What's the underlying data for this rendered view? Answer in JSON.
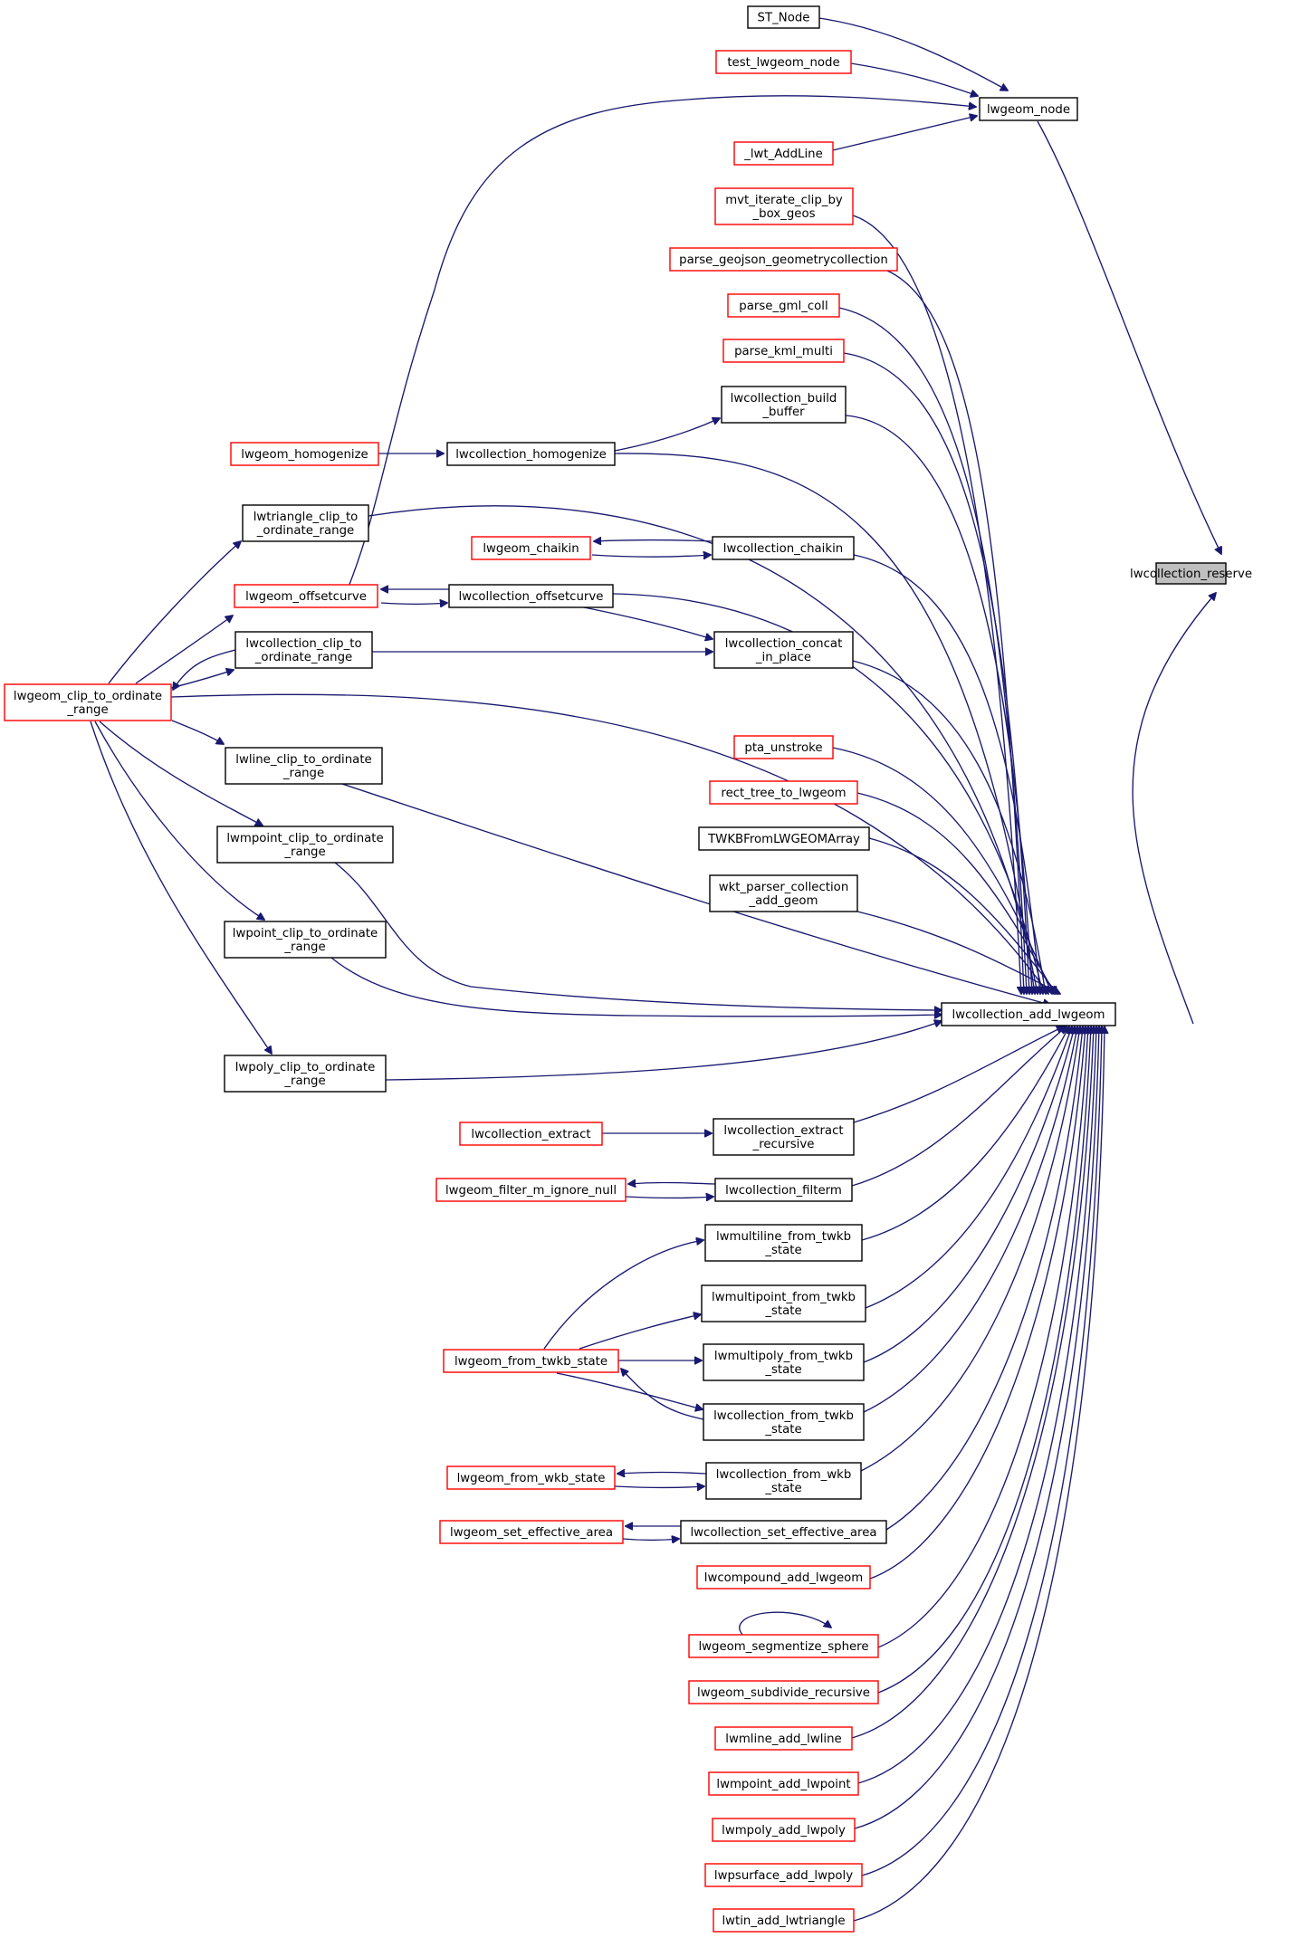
{
  "colors": {
    "edge": "#191970",
    "node_border_black": "#000000",
    "node_border_red": "#ff0000",
    "focus_fill": "#bfbfbf",
    "background": "#ffffff"
  },
  "nodes": [
    {
      "id": "lwcollection_reserve",
      "lines": [
        "lwcollection_reserve"
      ],
      "style": "focus"
    },
    {
      "id": "lwgeom_node",
      "lines": [
        "lwgeom_node"
      ],
      "style": "black"
    },
    {
      "id": "lwcollection_add_lwgeom",
      "lines": [
        "lwcollection_add_lwgeom"
      ],
      "style": "black"
    },
    {
      "id": "ST_Node",
      "lines": [
        "ST_Node"
      ],
      "style": "black"
    },
    {
      "id": "test_lwgeom_node",
      "lines": [
        "test_lwgeom_node"
      ],
      "style": "red"
    },
    {
      "id": "_lwt_AddLine",
      "lines": [
        "_lwt_AddLine"
      ],
      "style": "red"
    },
    {
      "id": "lwgeom_offsetcurve",
      "lines": [
        "lwgeom_offsetcurve"
      ],
      "style": "red"
    },
    {
      "id": "mvt_iterate_clip_by_box_geos",
      "lines": [
        "mvt_iterate_clip_by",
        "_box_geos"
      ],
      "style": "red"
    },
    {
      "id": "parse_geojson_geometrycollection",
      "lines": [
        "parse_geojson_geometrycollection"
      ],
      "style": "red"
    },
    {
      "id": "parse_gml_coll",
      "lines": [
        "parse_gml_coll"
      ],
      "style": "red"
    },
    {
      "id": "parse_kml_multi",
      "lines": [
        "parse_kml_multi"
      ],
      "style": "red"
    },
    {
      "id": "lwcollection_build_buffer",
      "lines": [
        "lwcollection_build",
        "_buffer"
      ],
      "style": "black"
    },
    {
      "id": "lwcollection_homogenize",
      "lines": [
        "lwcollection_homogenize"
      ],
      "style": "black"
    },
    {
      "id": "lwgeom_homogenize",
      "lines": [
        "lwgeom_homogenize"
      ],
      "style": "red"
    },
    {
      "id": "lwtriangle_clip_to_ordinate_range",
      "lines": [
        "lwtriangle_clip_to",
        "_ordinate_range"
      ],
      "style": "black"
    },
    {
      "id": "lwgeom_chaikin",
      "lines": [
        "lwgeom_chaikin"
      ],
      "style": "red"
    },
    {
      "id": "lwcollection_chaikin",
      "lines": [
        "lwcollection_chaikin"
      ],
      "style": "black"
    },
    {
      "id": "lwcollection_offsetcurve",
      "lines": [
        "lwcollection_offsetcurve"
      ],
      "style": "black"
    },
    {
      "id": "lwcollection_clip_to_ordinate_range",
      "lines": [
        "lwcollection_clip_to",
        "_ordinate_range"
      ],
      "style": "black"
    },
    {
      "id": "lwcollection_concat_in_place",
      "lines": [
        "lwcollection_concat",
        "_in_place"
      ],
      "style": "black"
    },
    {
      "id": "lwgeom_clip_to_ordinate_range",
      "lines": [
        "lwgeom_clip_to_ordinate",
        "_range"
      ],
      "style": "red"
    },
    {
      "id": "lwline_clip_to_ordinate_range",
      "lines": [
        "lwline_clip_to_ordinate",
        "_range"
      ],
      "style": "black"
    },
    {
      "id": "pta_unstroke",
      "lines": [
        "pta_unstroke"
      ],
      "style": "red"
    },
    {
      "id": "rect_tree_to_lwgeom",
      "lines": [
        "rect_tree_to_lwgeom"
      ],
      "style": "red"
    },
    {
      "id": "TWKBFromLWGEOMArray",
      "lines": [
        "TWKBFromLWGEOMArray"
      ],
      "style": "black"
    },
    {
      "id": "lwmpoint_clip_to_ordinate_range",
      "lines": [
        "lwmpoint_clip_to_ordinate",
        "_range"
      ],
      "style": "black"
    },
    {
      "id": "wkt_parser_collection_add_geom",
      "lines": [
        "wkt_parser_collection",
        "_add_geom"
      ],
      "style": "black"
    },
    {
      "id": "lwpoint_clip_to_ordinate_range",
      "lines": [
        "lwpoint_clip_to_ordinate",
        "_range"
      ],
      "style": "black"
    },
    {
      "id": "lwpoly_clip_to_ordinate_range",
      "lines": [
        "lwpoly_clip_to_ordinate",
        "_range"
      ],
      "style": "black"
    },
    {
      "id": "lwcollection_extract",
      "lines": [
        "lwcollection_extract"
      ],
      "style": "red"
    },
    {
      "id": "lwcollection_extract_recursive",
      "lines": [
        "lwcollection_extract",
        "_recursive"
      ],
      "style": "black"
    },
    {
      "id": "lwgeom_filter_m_ignore_null",
      "lines": [
        "lwgeom_filter_m_ignore_null"
      ],
      "style": "red"
    },
    {
      "id": "lwcollection_filterm",
      "lines": [
        "lwcollection_filterm"
      ],
      "style": "black"
    },
    {
      "id": "lwmultiline_from_twkb_state",
      "lines": [
        "lwmultiline_from_twkb",
        "_state"
      ],
      "style": "black"
    },
    {
      "id": "lwmultipoint_from_twkb_state",
      "lines": [
        "lwmultipoint_from_twkb",
        "_state"
      ],
      "style": "black"
    },
    {
      "id": "lwgeom_from_twkb_state",
      "lines": [
        "lwgeom_from_twkb_state"
      ],
      "style": "red"
    },
    {
      "id": "lwmultipoly_from_twkb_state",
      "lines": [
        "lwmultipoly_from_twkb",
        "_state"
      ],
      "style": "black"
    },
    {
      "id": "lwcollection_from_twkb_state",
      "lines": [
        "lwcollection_from_twkb",
        "_state"
      ],
      "style": "black"
    },
    {
      "id": "lwgeom_from_wkb_state",
      "lines": [
        "lwgeom_from_wkb_state"
      ],
      "style": "red"
    },
    {
      "id": "lwcollection_from_wkb_state",
      "lines": [
        "lwcollection_from_wkb",
        "_state"
      ],
      "style": "black"
    },
    {
      "id": "lwgeom_set_effective_area",
      "lines": [
        "lwgeom_set_effective_area"
      ],
      "style": "red"
    },
    {
      "id": "lwcollection_set_effective_area",
      "lines": [
        "lwcollection_set_effective_area"
      ],
      "style": "black"
    },
    {
      "id": "lwcompound_add_lwgeom",
      "lines": [
        "lwcompound_add_lwgeom"
      ],
      "style": "red"
    },
    {
      "id": "lwgeom_segmentize_sphere",
      "lines": [
        "lwgeom_segmentize_sphere"
      ],
      "style": "red"
    },
    {
      "id": "lwgeom_subdivide_recursive",
      "lines": [
        "lwgeom_subdivide_recursive"
      ],
      "style": "red"
    },
    {
      "id": "lwmline_add_lwline",
      "lines": [
        "lwmline_add_lwline"
      ],
      "style": "red"
    },
    {
      "id": "lwmpoint_add_lwpoint",
      "lines": [
        "lwmpoint_add_lwpoint"
      ],
      "style": "red"
    },
    {
      "id": "lwmpoly_add_lwpoly",
      "lines": [
        "lwmpoly_add_lwpoly"
      ],
      "style": "red"
    },
    {
      "id": "lwpsurface_add_lwpoly",
      "lines": [
        "lwpsurface_add_lwpoly"
      ],
      "style": "red"
    },
    {
      "id": "lwtin_add_lwtriangle",
      "lines": [
        "lwtin_add_lwtriangle"
      ],
      "style": "red"
    }
  ]
}
